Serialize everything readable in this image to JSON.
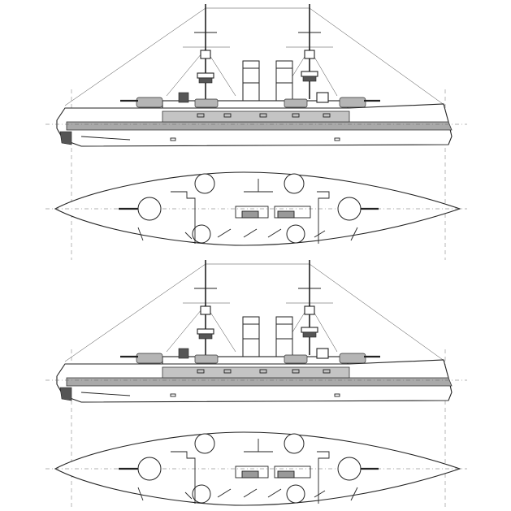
{
  "drawing": {
    "views": [
      {
        "id": "design-1-profile",
        "kind": "profile"
      },
      {
        "id": "design-1-plan",
        "kind": "plan"
      },
      {
        "id": "design-2-profile",
        "kind": "profile"
      },
      {
        "id": "design-2-plan",
        "kind": "plan"
      }
    ],
    "colors": {
      "line": "#222222",
      "belt_armor": "#a9a9a9",
      "superstructure_fill": "#b5b5b5",
      "background": "#ffffff"
    },
    "icons": [
      "battleship-profile-icon",
      "battleship-plan-icon"
    ]
  }
}
